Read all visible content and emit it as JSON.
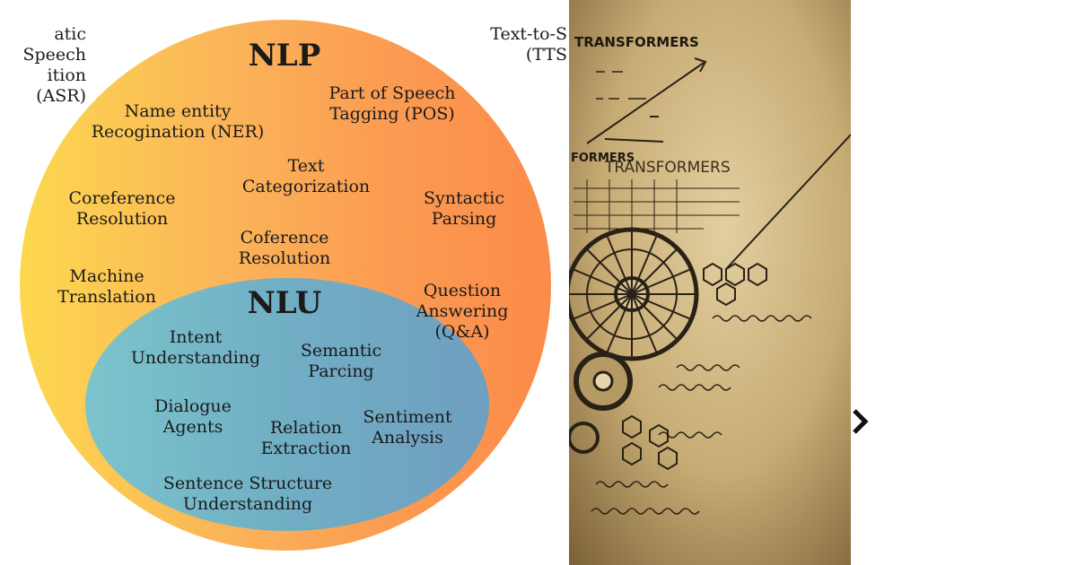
{
  "left_outside_label": "atic Speech\nition (ASR)",
  "right_outside_label": "Text-to-S\n(TTS",
  "nlp": {
    "title": "NLP",
    "items": {
      "ner": "Name entity\nRecogination (NER)",
      "pos": "Part of Speech\nTagging (POS)",
      "text_cat": "Text\nCategorization",
      "coreference": "Coreference\nResolution",
      "syntactic": "Syntactic\nParsing",
      "coference": "Coference\nResolution",
      "machine_translation": "Machine\nTranslation",
      "qa": "Question\nAnswering\n(Q&A)"
    }
  },
  "nlu": {
    "title": "NLU",
    "items": {
      "intent": "Intent\nUnderstanding",
      "semantic": "Semantic\nParcing",
      "dialogue": "Dialogue\nAgents",
      "relation": "Relation\nExtraction",
      "sentiment": "Sentiment\nAnalysis",
      "sentence": "Sentence Structure\nUnderstanding"
    }
  },
  "artwork": {
    "heading_1": "TRANSFORMERS",
    "heading_2": "FORMERS",
    "heading_3": "TRANSFORMERS"
  },
  "colors": {
    "nlp_fill_left": "#fcd84e",
    "nlp_fill_right": "#fb8b49",
    "nlu_fill_left": "#7cc4cc",
    "nlu_fill_right": "#6f9fc0",
    "parchment": "#b39763"
  }
}
